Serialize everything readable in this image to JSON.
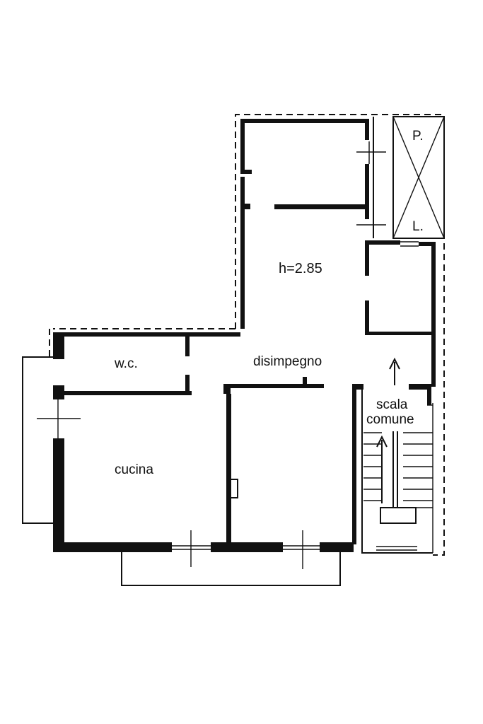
{
  "plan": {
    "labels": {
      "wc": "w.c.",
      "cucina": "cucina",
      "disimpegno": "disimpegno",
      "height": "h=2.85",
      "scala_line1": "scala",
      "scala_line2": "comune",
      "shaft_top": "P.",
      "shaft_bottom": "L."
    },
    "colors": {
      "line": "#111111",
      "background": "#ffffff"
    }
  }
}
